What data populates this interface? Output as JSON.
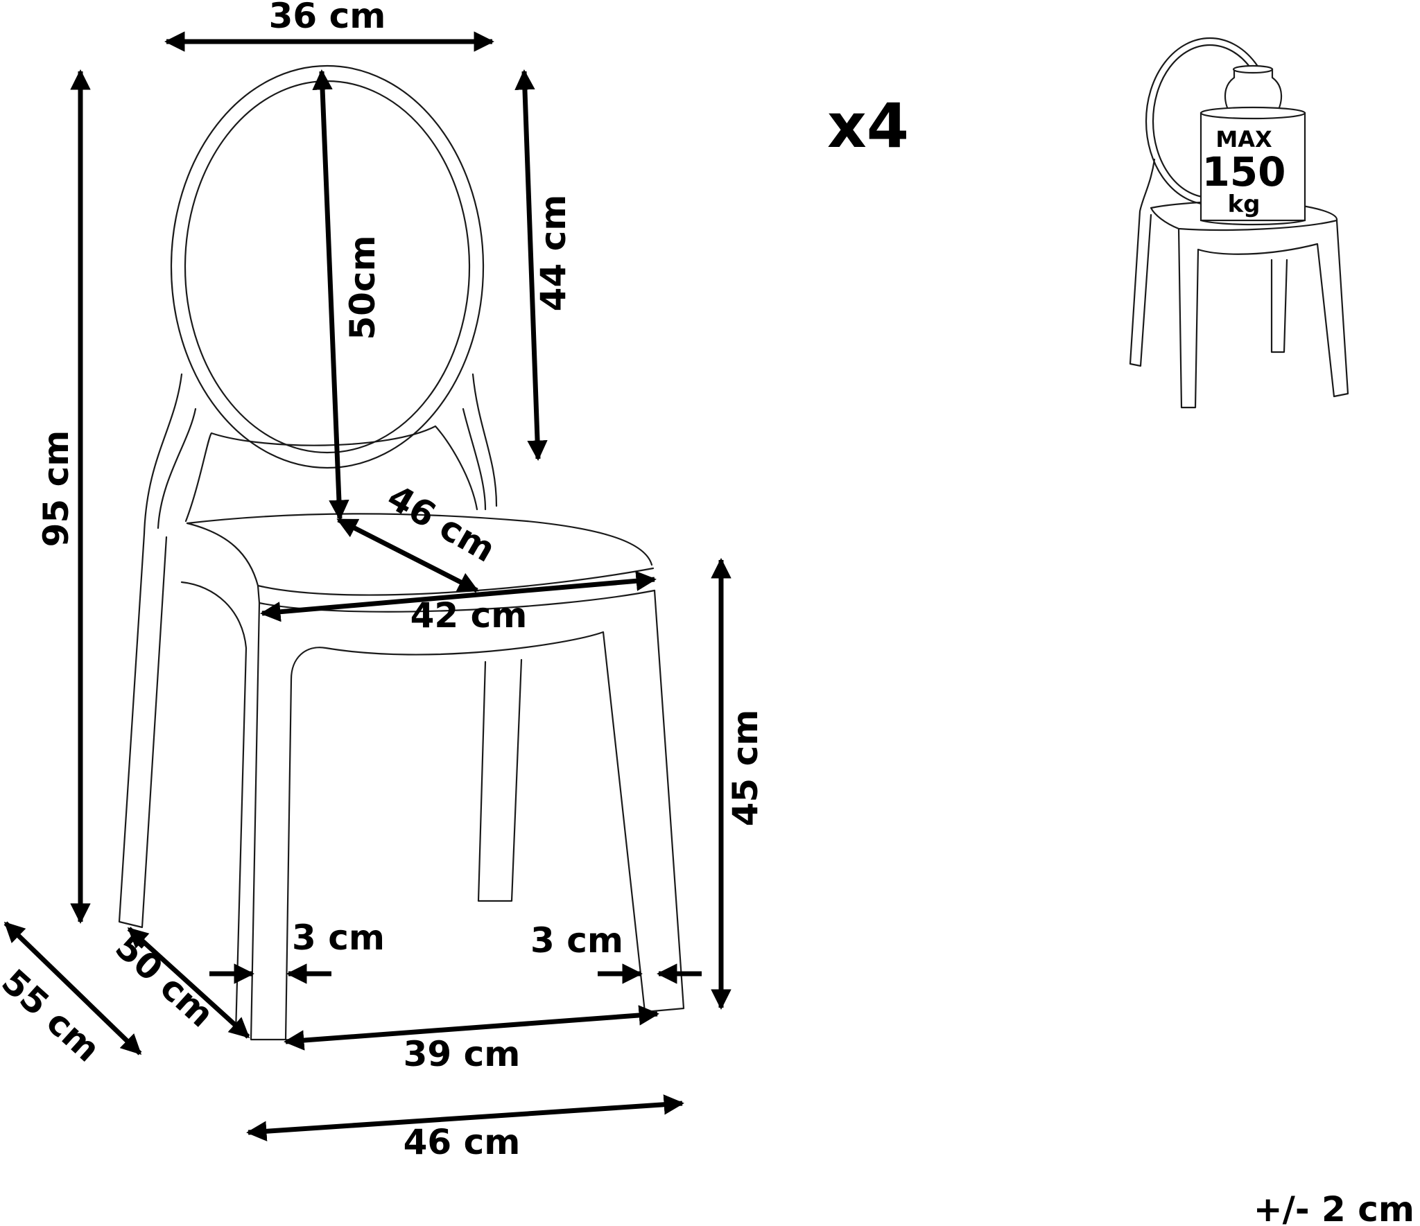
{
  "dimensions": {
    "back_width": "36 cm",
    "total_height": "95 cm",
    "back_height": "50cm",
    "backrest_height": "44 cm",
    "seat_depth_diagonal": "46 cm",
    "seat_width": "42 cm",
    "seat_height": "45 cm",
    "depth_outer": "55 cm",
    "depth_inner": "50 cm",
    "leg_left": "3 cm",
    "leg_right": "3 cm",
    "inner_width": "39 cm",
    "outer_width": "46 cm"
  },
  "quantity": "x4",
  "weight": {
    "max": "MAX",
    "value": "150",
    "unit": "kg"
  },
  "tolerance": "+/- 2 cm"
}
